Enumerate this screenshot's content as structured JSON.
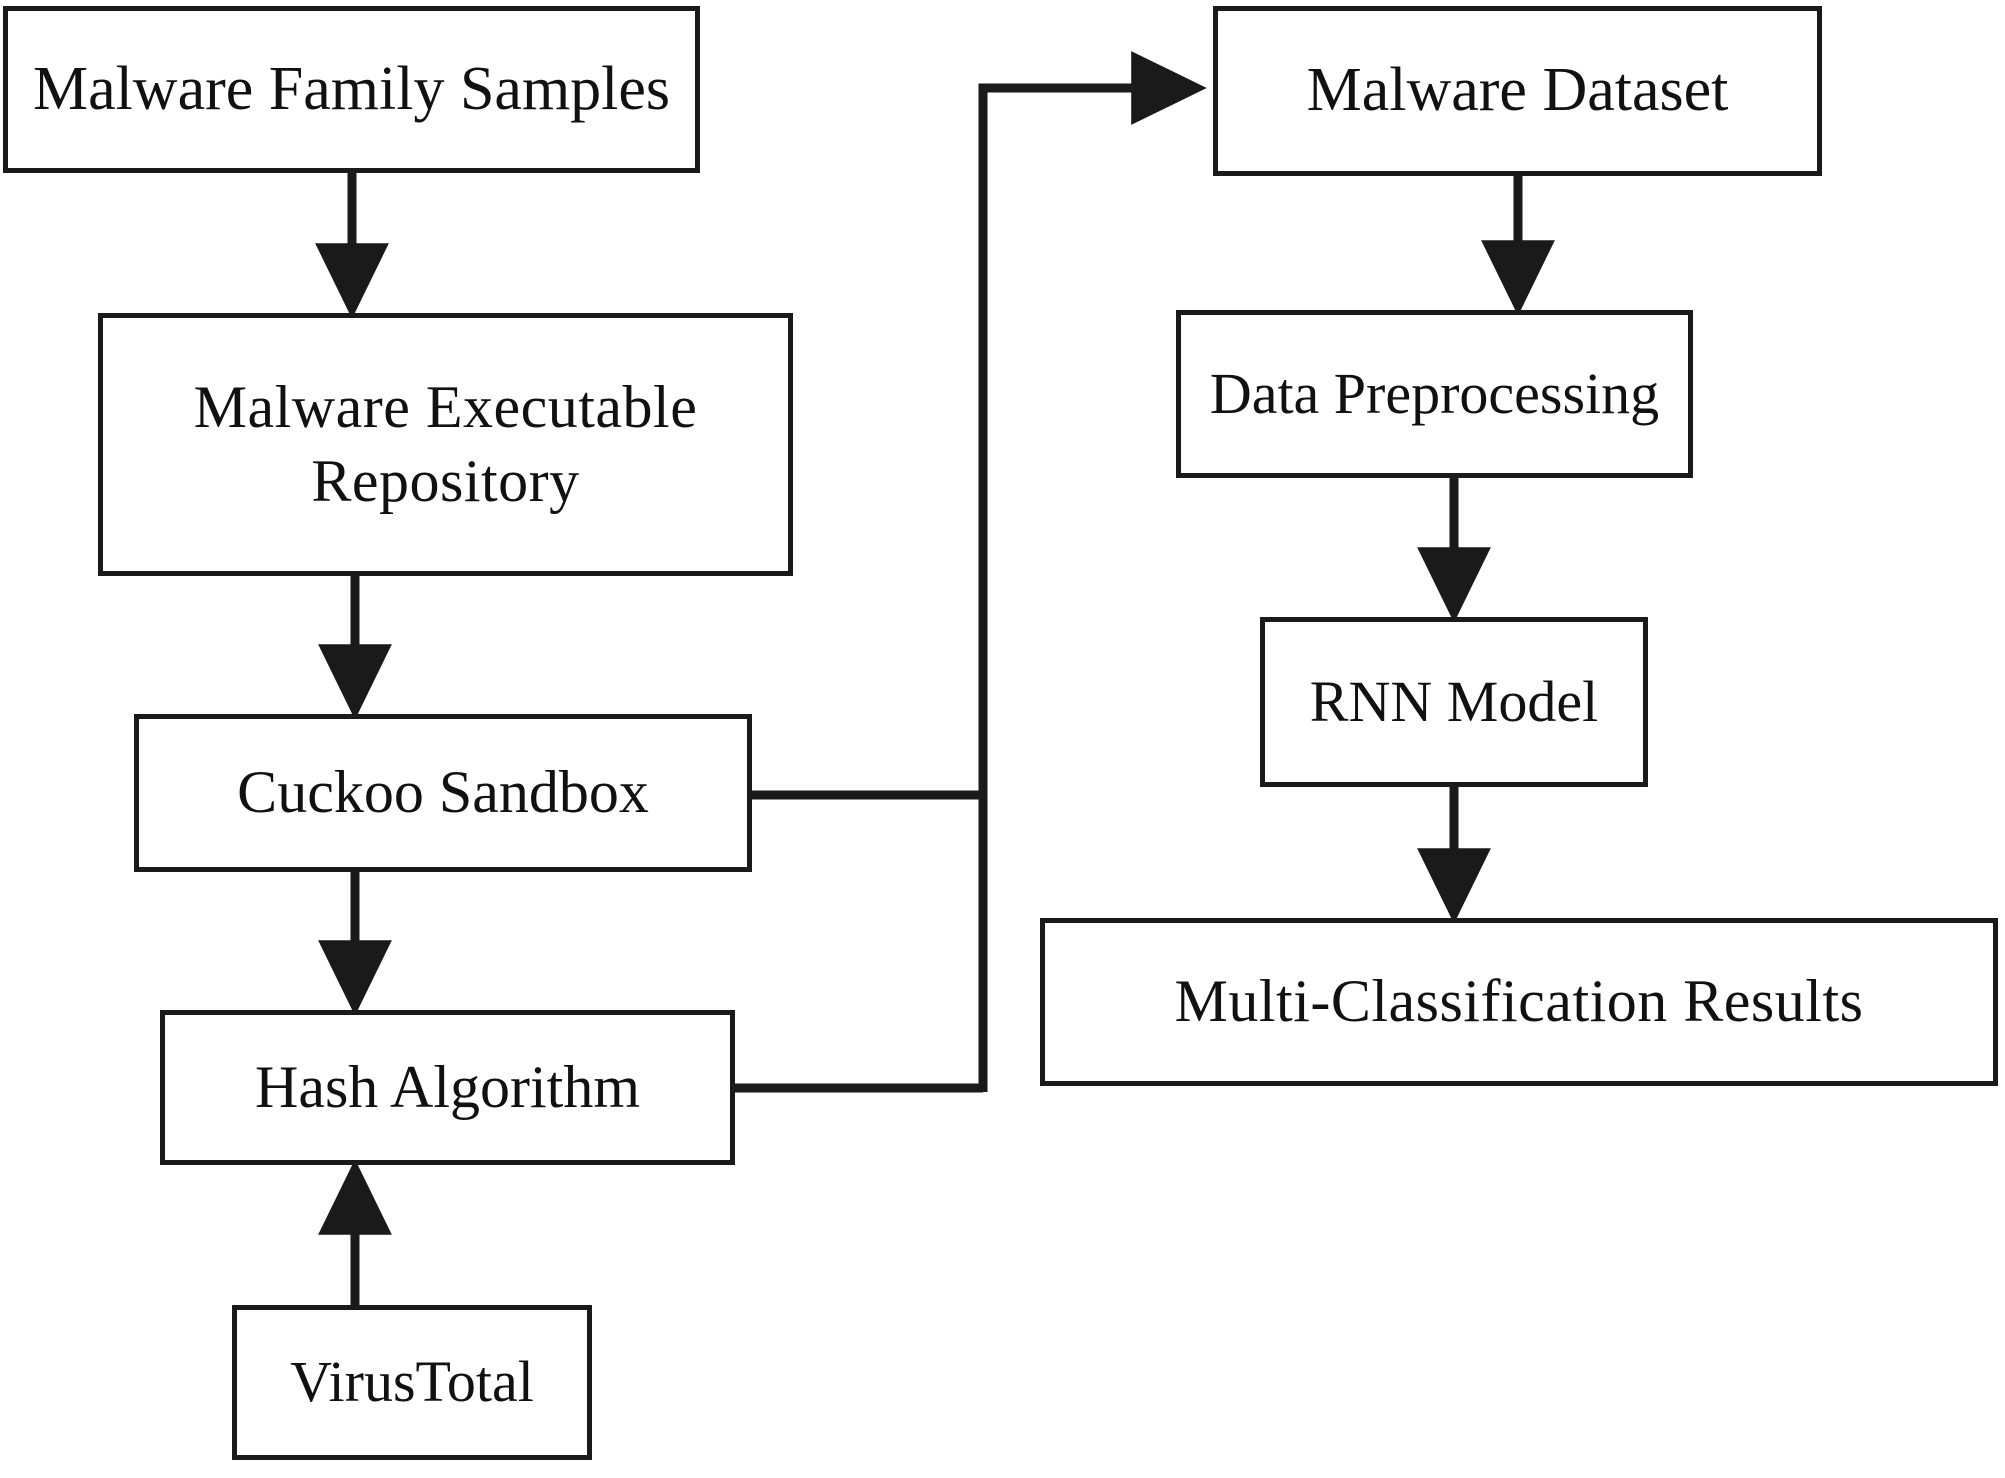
{
  "diagram": {
    "title": "Malware classification pipeline flowchart",
    "type": "flowchart",
    "background_color": "#ffffff",
    "stroke_color": "#1a1a1a",
    "text_color": "#111111",
    "nodes": [
      {
        "id": "malware-family-samples",
        "label": "Malware Family Samples"
      },
      {
        "id": "malware-dataset",
        "label": "Malware Dataset"
      },
      {
        "id": "malware-executable-repository",
        "label": "Malware Executable\nRepository"
      },
      {
        "id": "data-preprocessing",
        "label": "Data Preprocessing"
      },
      {
        "id": "cuckoo-sandbox",
        "label": "Cuckoo Sandbox"
      },
      {
        "id": "rnn-model",
        "label": "RNN Model"
      },
      {
        "id": "hash-algorithm",
        "label": "Hash Algorithm"
      },
      {
        "id": "multi-classification-results",
        "label": "Multi-Classification  Results"
      },
      {
        "id": "virustotal",
        "label": "VirusTotal"
      }
    ],
    "edges": [
      {
        "from": "malware-family-samples",
        "to": "malware-executable-repository",
        "style": "arrow-down"
      },
      {
        "from": "malware-executable-repository",
        "to": "cuckoo-sandbox",
        "style": "arrow-down"
      },
      {
        "from": "cuckoo-sandbox",
        "to": "hash-algorithm",
        "style": "arrow-down"
      },
      {
        "from": "cuckoo-sandbox",
        "to": "malware-dataset",
        "style": "elbow-right-up-arrow"
      },
      {
        "from": "hash-algorithm",
        "to": "malware-dataset",
        "style": "elbow-right-up-arrow"
      },
      {
        "from": "virustotal",
        "to": "hash-algorithm",
        "style": "arrow-up"
      },
      {
        "from": "malware-dataset",
        "to": "data-preprocessing",
        "style": "arrow-down"
      },
      {
        "from": "data-preprocessing",
        "to": "rnn-model",
        "style": "arrow-down"
      },
      {
        "from": "rnn-model",
        "to": "multi-classification-results",
        "style": "arrow-down"
      }
    ]
  }
}
